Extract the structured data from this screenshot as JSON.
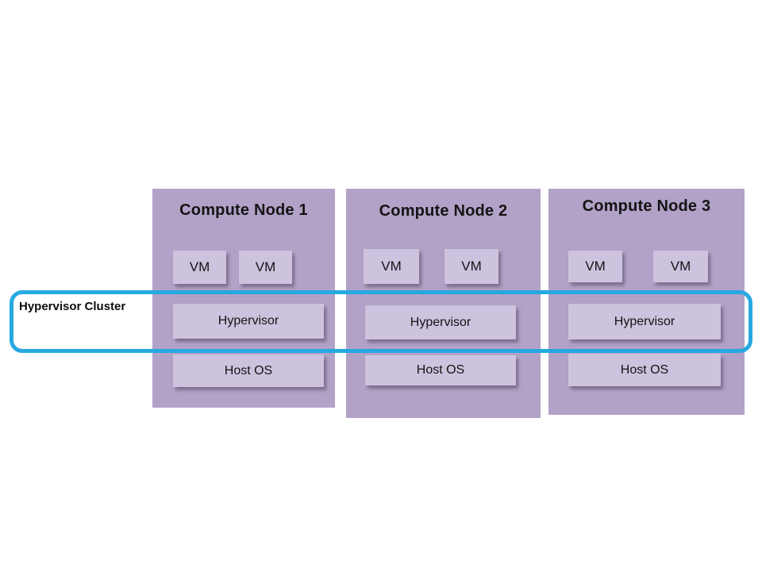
{
  "diagram": {
    "cluster_label": "Hypervisor Cluster",
    "colors": {
      "accent": "#27a9e0",
      "node_fill": "#b2a2c7",
      "inner_fill": "#cdc3de"
    },
    "nodes": [
      {
        "title": "Compute Node 1",
        "vms": [
          "VM",
          "VM"
        ],
        "hypervisor": "Hypervisor",
        "host_os": "Host OS"
      },
      {
        "title": "Compute Node 2",
        "vms": [
          "VM",
          "VM"
        ],
        "hypervisor": "Hypervisor",
        "host_os": "Host OS"
      },
      {
        "title": "Compute Node 3",
        "vms": [
          "VM",
          "VM"
        ],
        "hypervisor": "Hypervisor",
        "host_os": "Host OS"
      }
    ]
  }
}
